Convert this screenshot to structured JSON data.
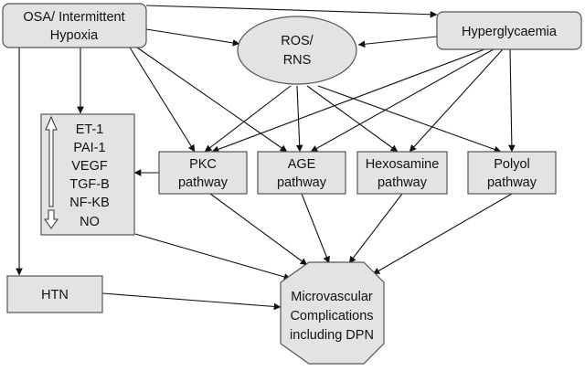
{
  "nodes": {
    "osa": {
      "lines": [
        "OSA/ Intermittent",
        "Hypoxia"
      ]
    },
    "hyperglycaemia": {
      "lines": [
        "Hyperglycaemia"
      ]
    },
    "ros": {
      "lines": [
        "ROS/",
        "RNS"
      ]
    },
    "markers": {
      "lines": [
        "ET-1",
        "PAI-1",
        "VEGF",
        "TGF-B",
        "NF-KB",
        "NO"
      ]
    },
    "pkc": {
      "lines": [
        "PKC",
        "pathway"
      ]
    },
    "age": {
      "lines": [
        "AGE",
        "pathway"
      ]
    },
    "hexosamine": {
      "lines": [
        "Hexosamine",
        "pathway"
      ]
    },
    "polyol": {
      "lines": [
        "Polyol",
        "pathway"
      ]
    },
    "htn": {
      "lines": [
        "HTN"
      ]
    },
    "micro": {
      "lines": [
        "Microvascular",
        "Complications",
        "including DPN"
      ]
    }
  },
  "marker_arrows": {
    "up": "increase",
    "down": "decrease"
  }
}
